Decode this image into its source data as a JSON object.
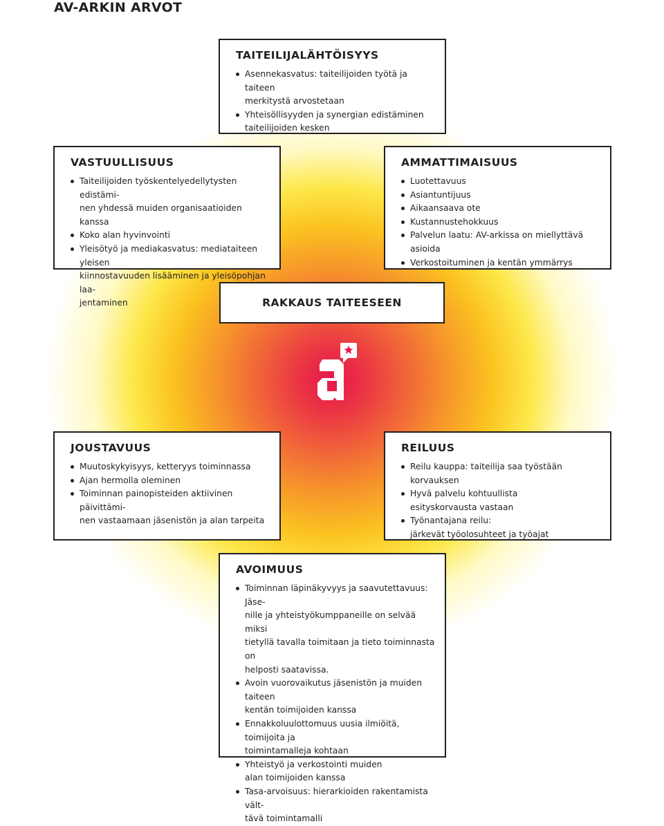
{
  "title": "AV-ARKIN ARVOT",
  "boxes": {
    "taiteilijalahtoisyys": {
      "title": "TAITEILIJALÄHTÖISYYS",
      "items": [
        [
          "Asennekasvatus: taiteilijoiden työtä ja taiteen",
          "merkitystä arvostetaan"
        ],
        [
          "Yhteisöllisyyden ja synergian edistäminen",
          "taiteilijoiden kesken"
        ]
      ]
    },
    "vastuullisuus": {
      "title": "VASTUULLISUUS",
      "items": [
        [
          "Taiteilijoiden työskentelyedellytysten edistämi-",
          "nen yhdessä muiden organisaatioiden kanssa"
        ],
        [
          "Koko alan hyvinvointi"
        ],
        [
          "Yleisötyö ja mediakasvatus: mediataiteen yleisen",
          "kiinnostavuuden lisääminen ja yleisöpohjan laa-",
          "jentaminen"
        ]
      ]
    },
    "ammattimaisuus": {
      "title": "AMMATTIMAISUUS",
      "items": [
        [
          "Luotettavuus"
        ],
        [
          "Asiantuntijuus"
        ],
        [
          "Aikaansaava ote"
        ],
        [
          "Kustannustehokkuus"
        ],
        [
          "Palvelun laatu: AV-arkissa on miellyttävä asioida"
        ],
        [
          "Verkostoituminen ja kentän ymmärrys"
        ]
      ]
    },
    "rakkaus": {
      "title": "RAKKAUS TAITEESEEN"
    },
    "joustavuus": {
      "title": "JOUSTAVUUS",
      "items": [
        [
          "Muutoskykyisyys, ketteryys toiminnassa"
        ],
        [
          "Ajan hermolla oleminen"
        ],
        [
          "Toiminnan painopisteiden aktiivinen päivittämi-",
          "nen vastaamaan jäsenistön ja alan tarpeita"
        ]
      ]
    },
    "reiluus": {
      "title": "REILUUS",
      "items": [
        [
          "Reilu kauppa: taiteilija saa työstään korvauksen"
        ],
        [
          "Hyvä palvelu kohtuullista",
          "esityskorvausta vastaan"
        ],
        [
          "Työnantajana reilu:",
          "järkevät työolosuhteet ja työajat"
        ]
      ]
    },
    "avoimuus": {
      "title": "AVOIMUUS",
      "items": [
        [
          "Toiminnan läpinäkyvyys ja saavutettavuus: Jäse-",
          "nille ja yhteistyökumppaneille on selvää miksi",
          "tietyllä tavalla toimitaan ja tieto toiminnasta on",
          "helposti saatavissa."
        ],
        [
          "Avoin vuorovaikutus jäsenistön ja muiden taiteen",
          "kentän toimijoiden kanssa"
        ],
        [
          "Ennakkoluulottomuus uusia ilmiöitä, toimijoita ja",
          "toimintamalleja kohtaan"
        ],
        [
          "Yhteistyö ja verkostointi muiden",
          "alan toimijoiden kanssa"
        ],
        [
          "Tasa-arvoisuus: hierarkioiden rakentamista vält-",
          "tävä toimintamalli"
        ]
      ]
    }
  },
  "colors": {
    "center": "#e6194b",
    "mid": "#f6932c",
    "outer": "#fde84a",
    "logo": "#ffffff",
    "logo_accent": "#e6194b"
  },
  "icons": {
    "logo": "av-arkki-logo-icon"
  }
}
